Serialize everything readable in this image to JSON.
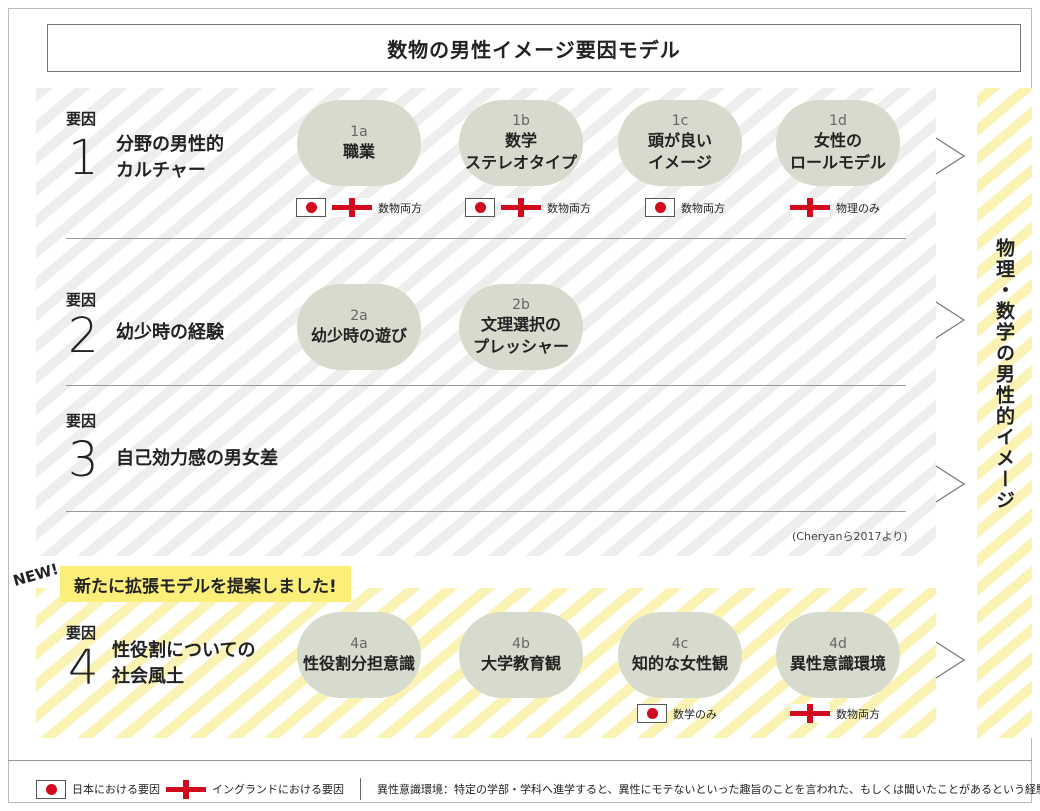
{
  "title": "数物の男性イメージ要因モデル",
  "side_label": "物理・数学の男性的イメージ",
  "factor_word": "要因",
  "factors": [
    {
      "number": "1",
      "name": "分野の男性的\nカルチャー",
      "items": [
        {
          "code": "1a",
          "label": "職業",
          "flags": [
            "japan",
            "england"
          ],
          "scope": "数物両方"
        },
        {
          "code": "1b",
          "label": "数学\nステレオタイプ",
          "flags": [
            "japan",
            "england"
          ],
          "scope": "数物両方"
        },
        {
          "code": "1c",
          "label": "頭が良い\nイメージ",
          "flags": [
            "japan"
          ],
          "scope": "数物両方"
        },
        {
          "code": "1d",
          "label": "女性の\nロールモデル",
          "flags": [
            "england"
          ],
          "scope": "物理のみ"
        }
      ]
    },
    {
      "number": "2",
      "name": "幼少時の経験",
      "items": [
        {
          "code": "2a",
          "label": "幼少時の遊び"
        },
        {
          "code": "2b",
          "label": "文理選択の\nプレッシャー"
        }
      ]
    },
    {
      "number": "3",
      "name": "自己効力感の男女差",
      "items": []
    },
    {
      "number": "4",
      "name": "性役割についての\n社会風土",
      "items": [
        {
          "code": "4a",
          "label": "性役割分担意識"
        },
        {
          "code": "4b",
          "label": "大学教育観"
        },
        {
          "code": "4c",
          "label": "知的な女性観",
          "flags": [
            "japan"
          ],
          "scope": "数学のみ"
        },
        {
          "code": "4d",
          "label": "異性意識環境",
          "flags": [
            "england"
          ],
          "scope": "数物両方"
        }
      ]
    }
  ],
  "citation": "(Cheryanら2017より)",
  "new_badge": "NEW!",
  "banner": "新たに拡張モデルを提案しました!",
  "legend": {
    "japan": "日本における要因",
    "england": "イングランドにおける要因",
    "note": "異性意識環境：特定の学部・学科へ進学すると、異性にモテないといった趣旨のことを言われた、もしくは聞いたことがあるという経験のこと"
  },
  "colors": {
    "pill": "#d7dbcd",
    "highlight": "#fbef7a",
    "flag_red": "#d10a1e"
  },
  "icons": [
    "japan-flag-icon",
    "england-flag-icon",
    "chevron-right-icon"
  ]
}
